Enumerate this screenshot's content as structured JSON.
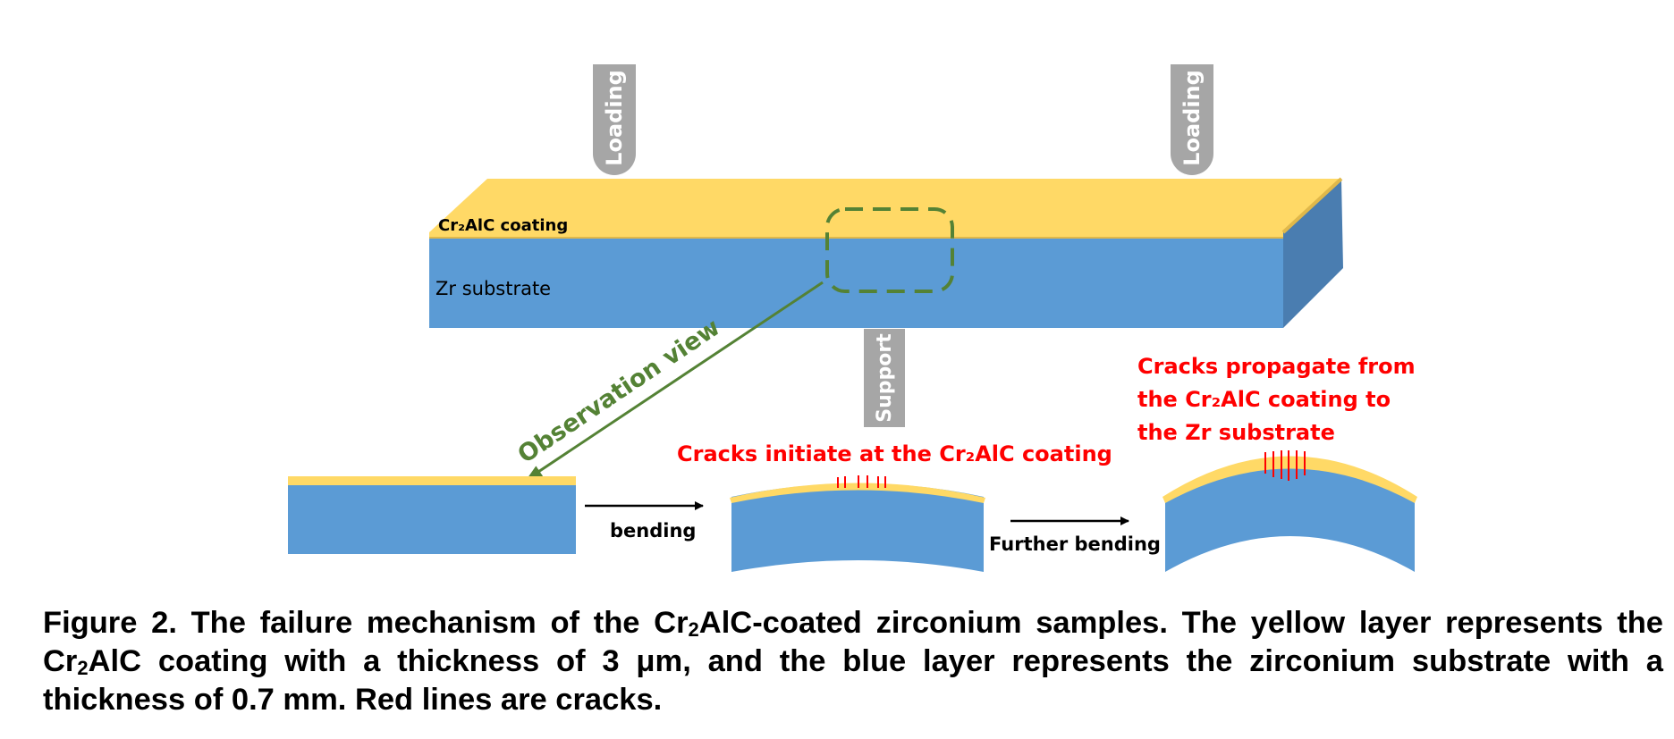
{
  "labels": {
    "loading_left": "Loading",
    "loading_right": "Loading",
    "support": "Support",
    "coating": "Cr₂AlC coating",
    "substrate": "Zr substrate",
    "observation": "Observation view",
    "step_bending": "bending",
    "step_further": "Further bending",
    "cracks_initiate": "Cracks initiate at the Cr₂AlC coating",
    "cracks_propagate_1": "Cracks propagate from",
    "cracks_propagate_2": "the Cr₂AlC coating to",
    "cracks_propagate_3": "the Zr substrate"
  },
  "caption": {
    "prefix": "Figure 2. The failure mechanism of the Cr",
    "sub1": "2",
    "mid": "AlC-coated zirconium samples. The yellow layer represents the Cr",
    "sub2": "2",
    "rest": "AlC coating with a thickness of 3 μm, and the blue layer represents the zirconium substrate with a thickness of 0.7 mm. Red lines are cracks."
  },
  "colors": {
    "coating": "#FFD966",
    "substrate": "#5B9BD5",
    "substrate_side": "#4A7DB0",
    "indenter": "#A6A6A6",
    "observation": "#548235",
    "crack": "#FF0000",
    "arrow": "#000000"
  }
}
